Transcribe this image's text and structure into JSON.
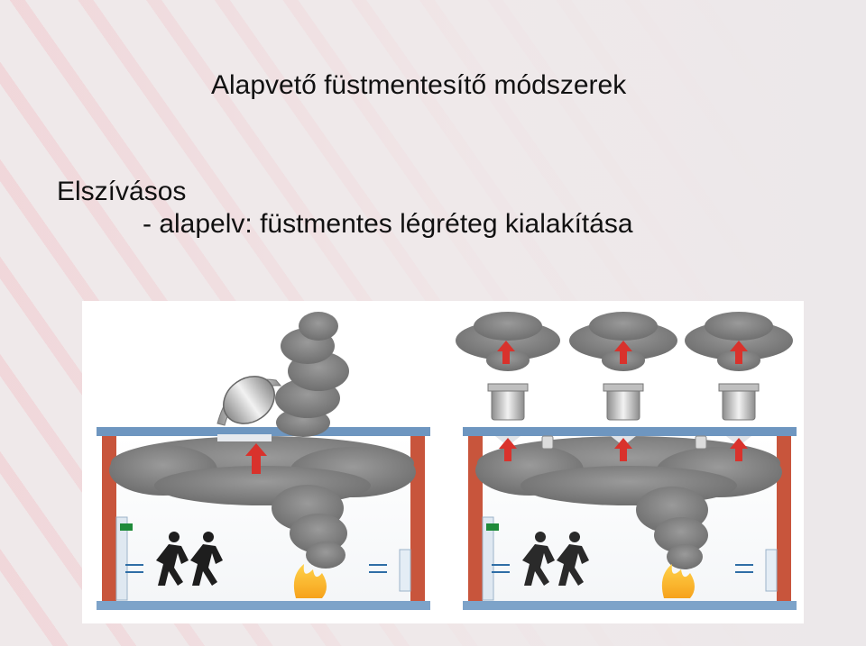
{
  "slide": {
    "title": "Alapvető füstmentesítő módszerek",
    "heading": "Elszívásos",
    "subline": "- alapelv: füstmentes légréteg kialakítása"
  },
  "diagram": {
    "left_scene": {
      "method": "natural-vent",
      "fans": 1,
      "people": 2
    },
    "right_scene": {
      "method": "mechanical-extraction",
      "fans": 3,
      "people": 2
    },
    "colors": {
      "smoke": "#8a8a8a",
      "arrow": "#d9322c",
      "wall": "#c8553c",
      "ceiling": "#6e96c0",
      "floor": "#7da3c9"
    }
  }
}
